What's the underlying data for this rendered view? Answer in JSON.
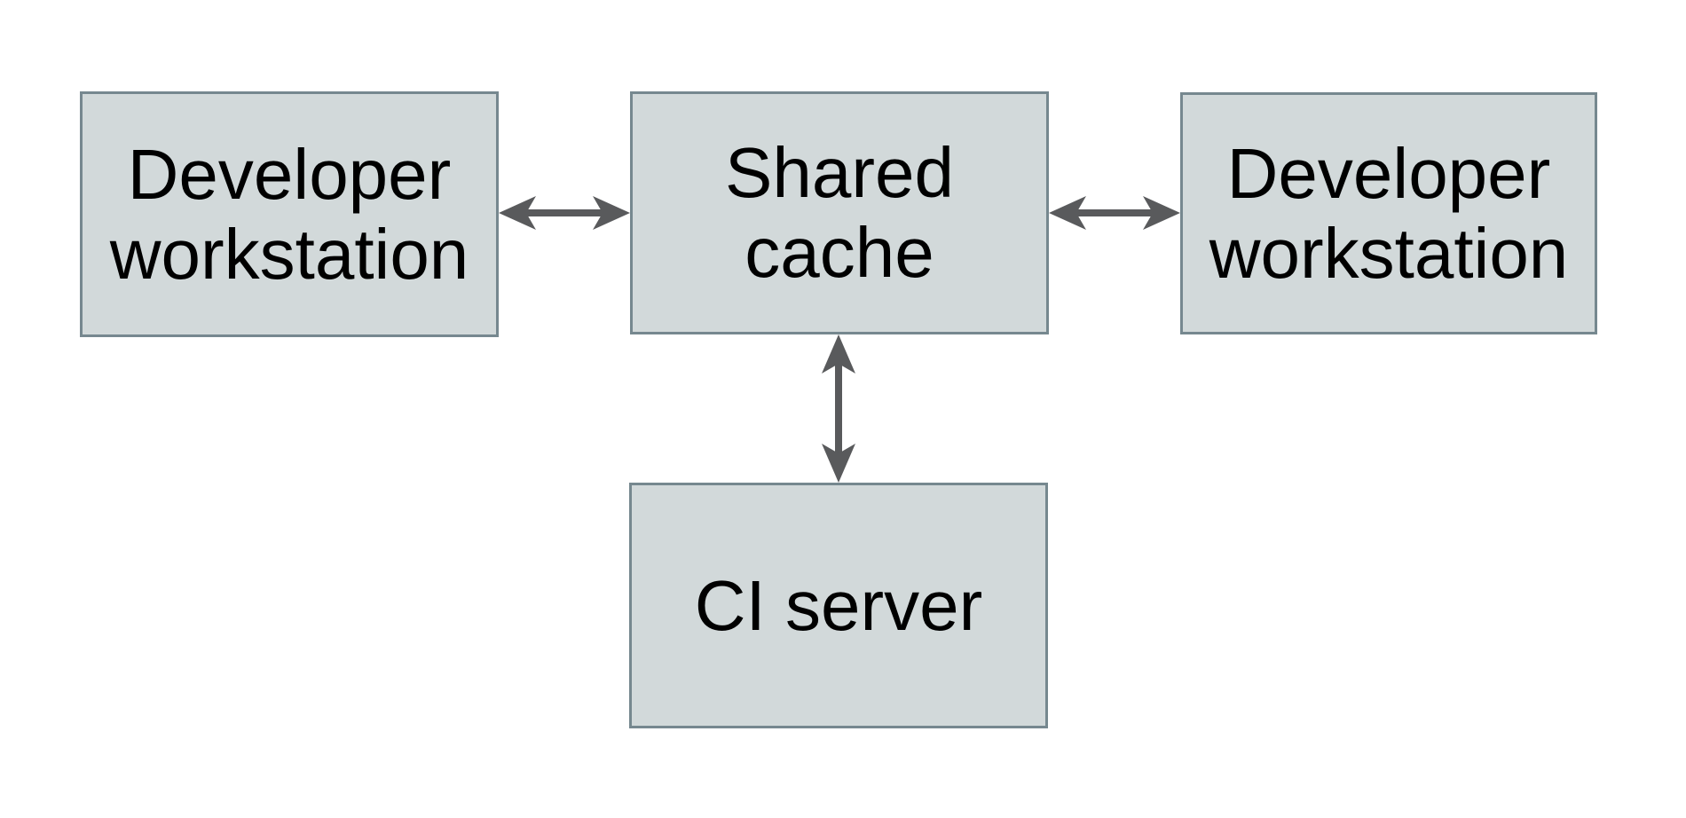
{
  "theme": {
    "background": "#ffffff",
    "node_fill": "#d2d9da",
    "node_border": "#76888f",
    "arrow_color": "#595a5c",
    "text_color": "#000000"
  },
  "diagram": {
    "type": "architecture-diagram",
    "nodes": [
      {
        "id": "developer-workstation-left",
        "label": "Developer\nworkstation"
      },
      {
        "id": "shared-cache",
        "label": "Shared\ncache"
      },
      {
        "id": "developer-workstation-right",
        "label": "Developer\nworkstation"
      },
      {
        "id": "ci-server",
        "label": "CI server"
      }
    ],
    "edges": [
      {
        "from": "developer-workstation-left",
        "to": "shared-cache",
        "direction": "bidirectional"
      },
      {
        "from": "shared-cache",
        "to": "developer-workstation-right",
        "direction": "bidirectional"
      },
      {
        "from": "shared-cache",
        "to": "ci-server",
        "direction": "bidirectional"
      }
    ]
  }
}
